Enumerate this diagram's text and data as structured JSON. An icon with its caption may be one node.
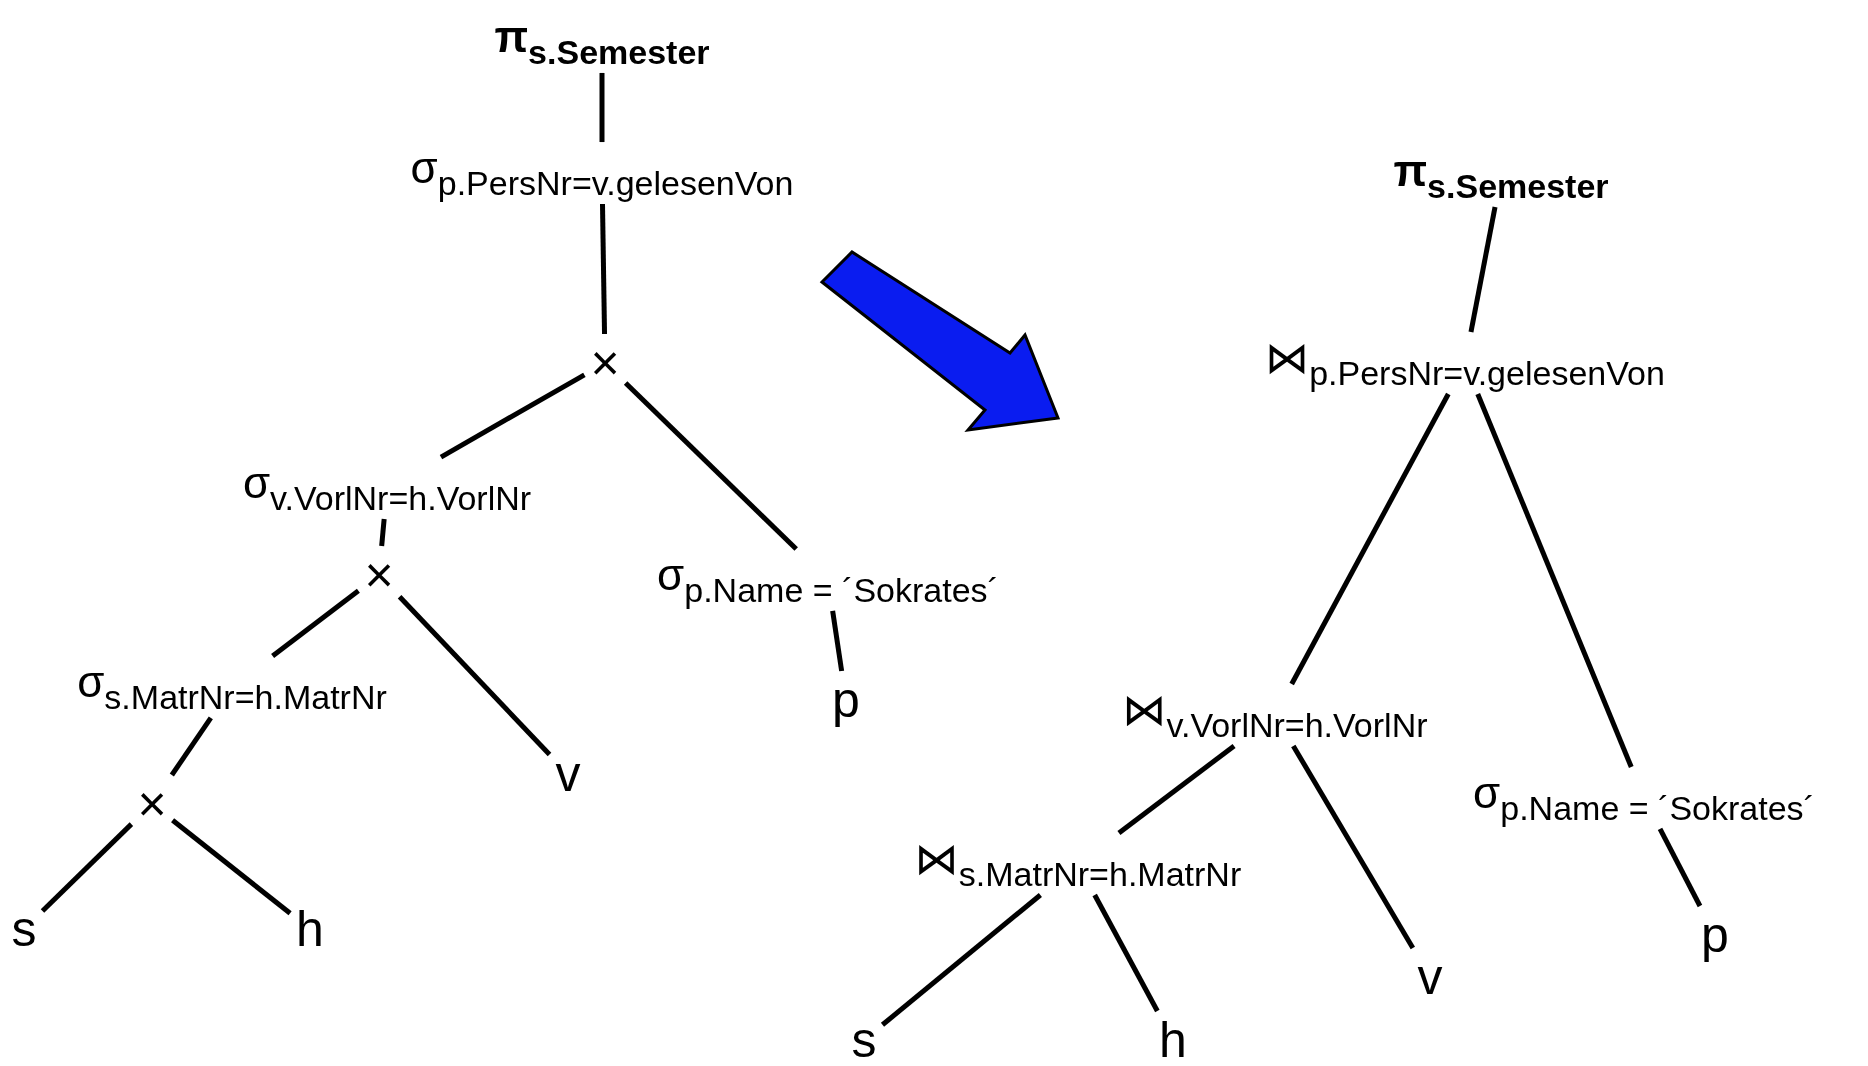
{
  "diagram": {
    "nodes": [
      {
        "text": [
          "π$_{s.Semester}$"
        ]
      },
      {
        "text": [
          "σ$_{p.PersNr=v.gelesenVon}$"
        ]
      },
      {
        "text": [
          "×"
        ]
      },
      {
        "text": [
          "σ$_{v.VorlNr=h.VorlNr}$"
        ]
      },
      {
        "text": [
          "σ$_{p.Name = ´Sokrates´}$"
        ]
      },
      {
        "text": [
          "×"
        ]
      },
      {
        "text": [
          "σ$_{s.MatrNr=h.MatrNr}$"
        ]
      },
      {
        "text": [
          "v"
        ]
      },
      {
        "text": [
          "p"
        ]
      },
      {
        "text": [
          "×"
        ]
      },
      {
        "text": [
          "s"
        ]
      },
      {
        "text": [
          "h"
        ]
      },
      {
        "text": [
          "π$_{s.Semester}$"
        ]
      },
      {
        "text": [
          "⋈$_{p.PersNr=v.gelesenVon}$"
        ]
      },
      {
        "text": [
          "⋈$_{v.VorlNr=h.VorlNr}$"
        ]
      },
      {
        "text": [
          "σ$_{p.Name = ´Sokrates´}$"
        ]
      },
      {
        "text": [
          "⋈$_{s.MatrNr=h.MatrNr}$"
        ]
      },
      {
        "text": [
          "v"
        ]
      },
      {
        "text": [
          "p"
        ]
      },
      {
        "text": [
          "s"
        ]
      },
      {
        "text": [
          "h"
        ]
      }
    ],
    "edges": [
      {
        "from": 0,
        "to": 1,
        "arrow": "none"
      },
      {
        "from": 1,
        "to": 2,
        "arrow": "none"
      },
      {
        "from": 2,
        "to": 3,
        "arrow": "none"
      },
      {
        "from": 2,
        "to": 4,
        "arrow": "none"
      },
      {
        "from": 3,
        "to": 5,
        "arrow": "none"
      },
      {
        "from": 5,
        "to": 6,
        "arrow": "none"
      },
      {
        "from": 5,
        "to": 7,
        "arrow": "none"
      },
      {
        "from": 4,
        "to": 8,
        "arrow": "none"
      },
      {
        "from": 6,
        "to": 9,
        "arrow": "none"
      },
      {
        "from": 9,
        "to": 10,
        "arrow": "none"
      },
      {
        "from": 9,
        "to": 11,
        "arrow": "none"
      },
      {
        "from": 12,
        "to": 13,
        "arrow": "none"
      },
      {
        "from": 13,
        "to": 14,
        "arrow": "none"
      },
      {
        "from": 13,
        "to": 15,
        "arrow": "none"
      },
      {
        "from": 14,
        "to": 16,
        "arrow": "none"
      },
      {
        "from": 14,
        "to": 17,
        "arrow": "none"
      },
      {
        "from": 15,
        "to": 18,
        "arrow": "none"
      },
      {
        "from": 16,
        "to": 19,
        "arrow": "none"
      },
      {
        "from": 16,
        "to": 20,
        "arrow": "none"
      }
    ]
  }
}
